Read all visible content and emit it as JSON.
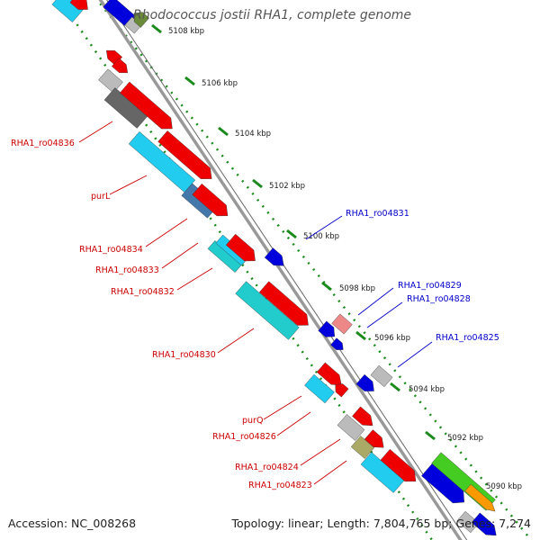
{
  "title": "Rhodococcus jostii RHA1, complete genome",
  "footer": {
    "accession": "Accession: NC_008268",
    "topology": "Topology: linear;",
    "length": "Length: 7,804,765 bp;",
    "genes": "Genes: 7,274"
  },
  "scale_labels": [
    "5108 kbp",
    "5106 kbp",
    "5104 kbp",
    "5102 kbp",
    "5100 kbp",
    "5098 kbp",
    "5096 kbp",
    "5094 kbp",
    "5092 kbp",
    "5090 kbp"
  ],
  "gene_labels": {
    "left": [
      "RHA1_ro04836",
      "purL",
      "RHA1_ro04834",
      "RHA1_ro04833",
      "RHA1_ro04832",
      "RHA1_ro04830",
      "purQ",
      "RHA1_ro04826",
      "RHA1_ro04824",
      "RHA1_ro04823"
    ],
    "right": [
      "RHA1_ro04831",
      "RHA1_ro04829",
      "RHA1_ro04828",
      "RHA1_ro04825"
    ]
  },
  "colors": {
    "reverse_label": "#cc0000",
    "forward_label": "#0000cc",
    "backbone": "#999999",
    "scale_dots": "#1a8a1a",
    "red": "#ee0000",
    "cyan": "#22ccee",
    "blue": "#0000dd",
    "gray": "#bbbbbb",
    "dark_gray": "#666666",
    "steel_blue": "#4477aa",
    "pink": "#ee8888",
    "olive": "#aaaa66",
    "green": "#44cc22",
    "orange": "#ff9900",
    "teal": "#22cccc"
  }
}
